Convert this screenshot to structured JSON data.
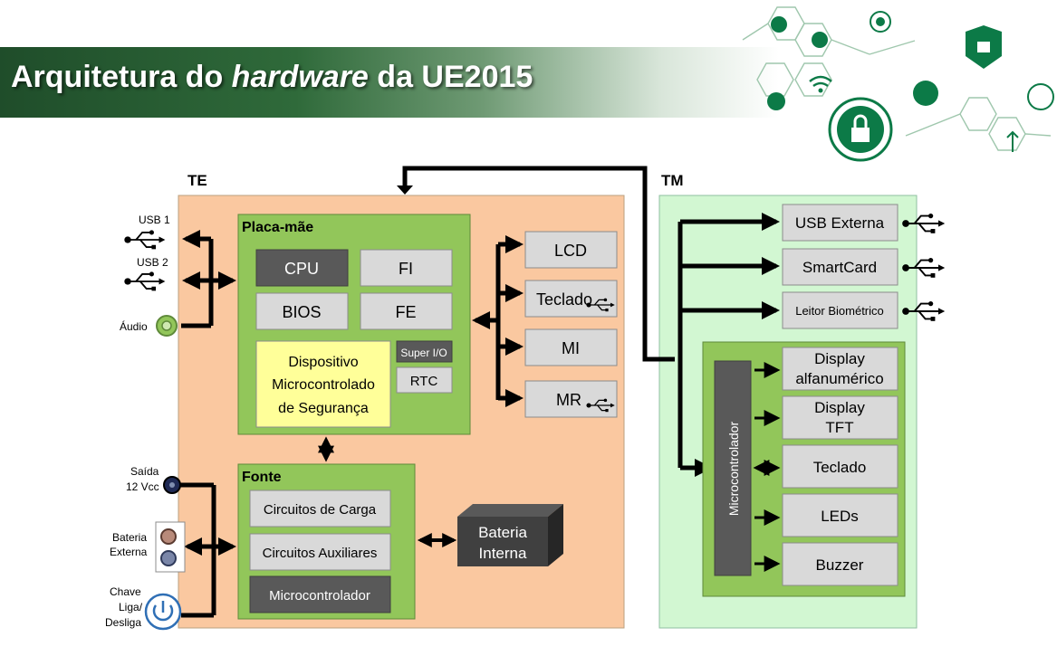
{
  "title": {
    "prefix": "Arquitetura do ",
    "italic": "hardware",
    "suffix": " da UE2015"
  },
  "te": {
    "label": "TE",
    "usb1": "USB 1",
    "usb2": "USB 2",
    "audio": "Áudio",
    "saida": [
      "Saída",
      "12 Vcc"
    ],
    "bateria_externa": [
      "Bateria",
      "Externa"
    ],
    "chave": [
      "Chave",
      "Liga/",
      "Desliga"
    ],
    "placa_mae": {
      "title": "Placa-mãe",
      "cpu": "CPU",
      "fi": "FI",
      "bios": "BIOS",
      "fe": "FE",
      "dispositivo": [
        "Dispositivo",
        "Microcontrolado",
        "de Segurança"
      ],
      "super_io": "Super I/O",
      "rtc": "RTC"
    },
    "peripherals": {
      "lcd": "LCD",
      "teclado": "Teclado",
      "mi": "MI",
      "mr": "MR"
    },
    "fonte": {
      "title": "Fonte",
      "carga": "Circuitos de Carga",
      "auxiliares": "Circuitos Auxiliares",
      "micro": "Microcontrolador"
    },
    "bateria_interna": [
      "Bateria",
      "Interna"
    ]
  },
  "tm": {
    "label": "TM",
    "usb_externa": "USB Externa",
    "smartcard": "SmartCard",
    "leitor": "Leitor Biométrico",
    "micro_vertical": "Microcontrolador",
    "display_alfa": [
      "Display",
      "alfanumérico"
    ],
    "display_tft": [
      "Display",
      "TFT"
    ],
    "teclado": "Teclado",
    "leds": "LEDs",
    "buzzer": "Buzzer"
  },
  "colors": {
    "te_bg": "#fac8a0",
    "tm_bg": "#d2f7d2",
    "green_board": "#92c65a",
    "gray_box": "#d9d9d9",
    "dark_box": "#595959",
    "yellow_box": "#ffff99",
    "accent_green": "#0c7a47"
  }
}
